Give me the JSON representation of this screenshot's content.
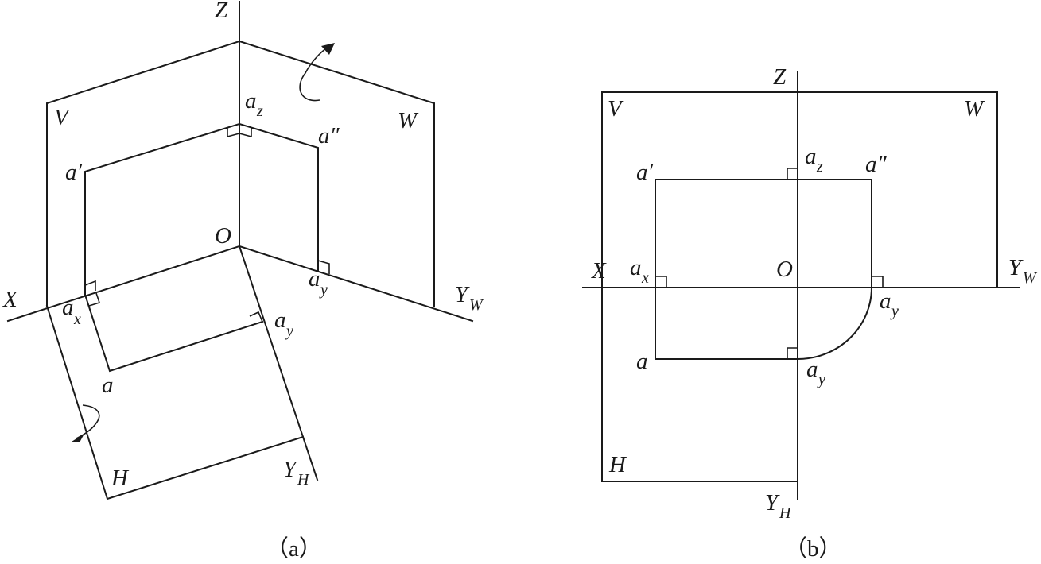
{
  "figure_a": {
    "caption": "（a）",
    "planes": {
      "V": "V",
      "W": "W",
      "H": "H"
    },
    "axes": {
      "Z": "Z",
      "X": "X",
      "Y": "Y",
      "W": "W",
      "H": "H",
      "origin": "O"
    },
    "points": {
      "a_prime": "a′",
      "a_double_prime": "a″",
      "a": "a",
      "a_base": "a",
      "z": "z",
      "x": "x",
      "y": "y"
    }
  },
  "figure_b": {
    "caption": "（b）",
    "planes": {
      "V": "V",
      "W": "W",
      "H": "H"
    },
    "axes": {
      "Z": "Z",
      "X": "X",
      "Y": "Y",
      "W": "W",
      "H": "H",
      "origin": "O"
    },
    "points": {
      "a_prime": "a′",
      "a_double_prime": "a″",
      "a": "a",
      "a_base": "a",
      "z": "z",
      "x": "x",
      "y": "y"
    }
  }
}
